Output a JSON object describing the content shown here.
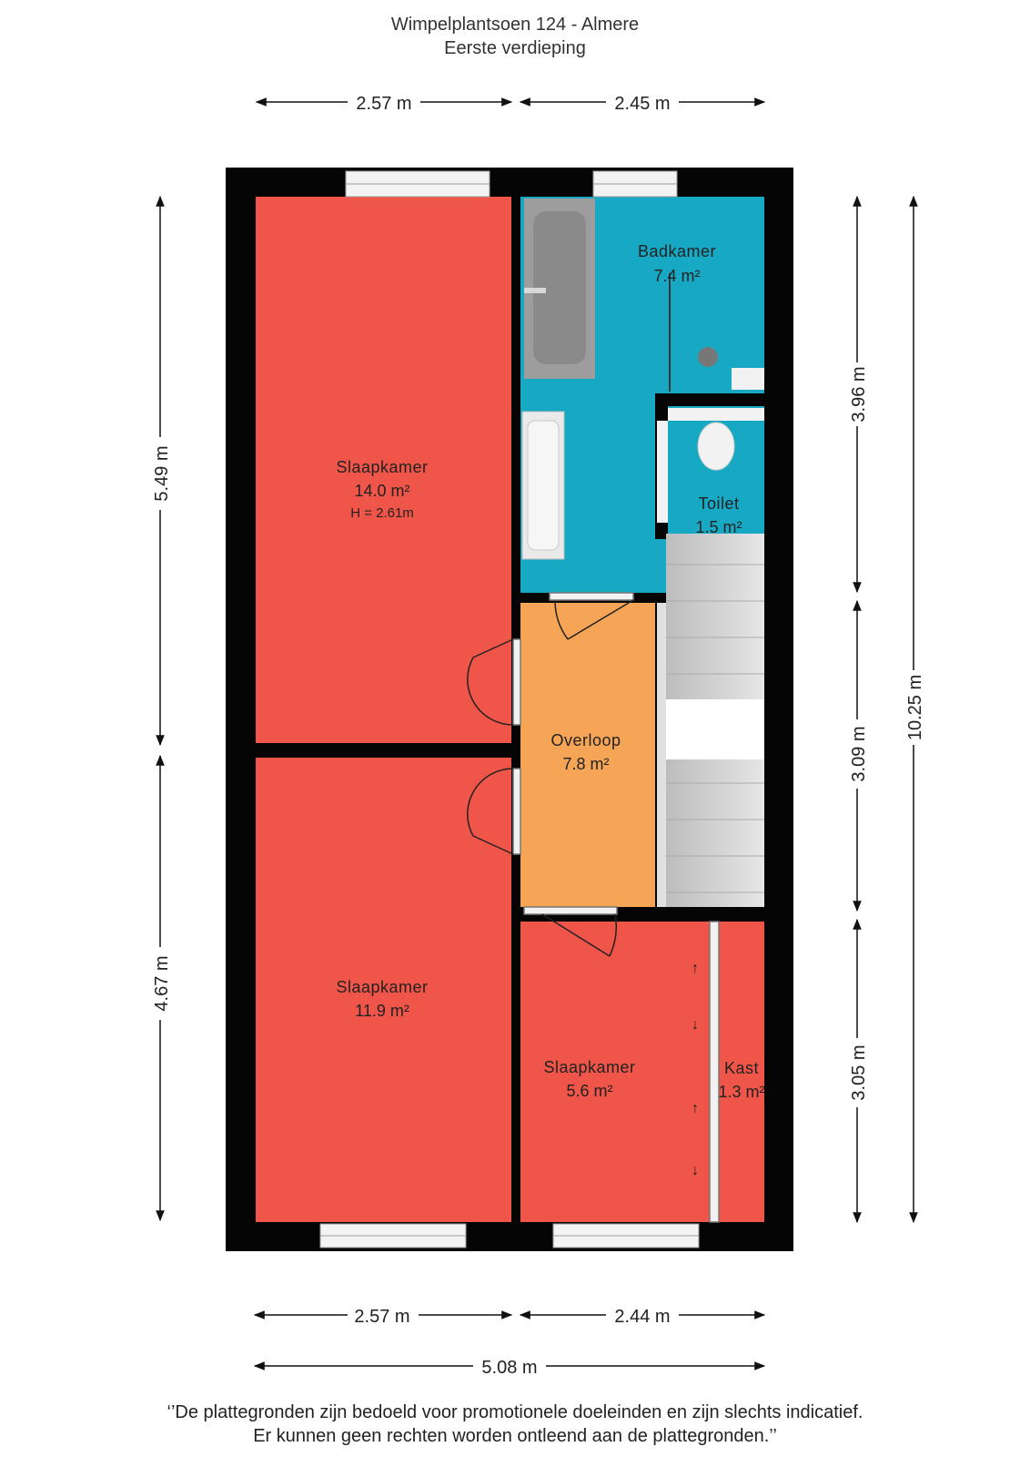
{
  "header": {
    "address": "Wimpelplantsoen 124 - Almere",
    "floor": "Eerste verdieping"
  },
  "rooms": {
    "slaapkamer_1": {
      "name": "Slaapkamer",
      "area": "14.0 m²",
      "height": "H = 2.61m"
    },
    "slaapkamer_2": {
      "name": "Slaapkamer",
      "area": "11.9 m²"
    },
    "slaapkamer_3": {
      "name": "Slaapkamer",
      "area": "5.6 m²"
    },
    "badkamer": {
      "name": "Badkamer",
      "area": "7.4 m²"
    },
    "toilet": {
      "name": "Toilet",
      "area": "1.5 m²"
    },
    "overloop": {
      "name": "Overloop",
      "area": "7.8 m²"
    },
    "kast": {
      "name": "Kast",
      "area": "1.3 m²"
    }
  },
  "dimensions": {
    "top_left": "2.57 m",
    "top_right": "2.45 m",
    "bottom_left": "2.57 m",
    "bottom_right": "2.44 m",
    "bottom_total": "5.08 m",
    "left_upper": "5.49 m",
    "left_lower": "4.67 m",
    "right_upper": "3.96 m",
    "right_middle": "3.09 m",
    "right_lower": "3.05 m",
    "right_total": "10.25 m"
  },
  "colors": {
    "bedroom": "#ef5548",
    "bathroom": "#17a8c4",
    "landing": "#f5a555",
    "wall": "#050505",
    "stairs": "#cfcfcf"
  },
  "disclaimer": {
    "line1": "‘’De plattegronden zijn bedoeld voor promotionele doeleinden en zijn slechts indicatief.",
    "line2": "Er kunnen geen rechten worden ontleend aan de plattegronden.’’"
  }
}
